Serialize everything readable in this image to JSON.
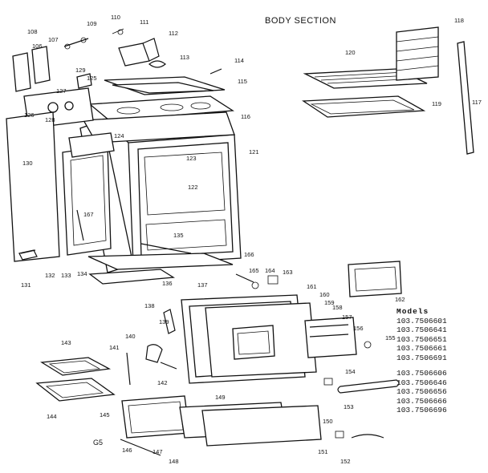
{
  "title": "BODY SECTION",
  "models": {
    "header": "Models",
    "group1": [
      "103.7506601",
      "103.7506641",
      "103.7506651",
      "103.7506661",
      "103.7506691"
    ],
    "group2": [
      "103.7506606",
      "103.7506646",
      "103.7506656",
      "103.7506666",
      "103.7506696"
    ]
  },
  "code": "G5",
  "part_labels": {
    "p108": "108",
    "p107": "107",
    "p106": "106",
    "p109": "109",
    "p110": "110",
    "p111": "111",
    "p112": "112",
    "p113": "113",
    "p114": "114",
    "p115": "115",
    "p116": "116",
    "p117": "117",
    "p118": "118",
    "p119": "119",
    "p120": "120",
    "p121": "121",
    "p122": "122",
    "p123": "123",
    "p124": "124",
    "p125": "125",
    "p126": "126",
    "p127": "127",
    "p128": "128",
    "p129": "129",
    "p130": "130",
    "p131": "131",
    "p132": "132",
    "p133": "133",
    "p134": "134",
    "p135": "135",
    "p136": "136",
    "p137": "137",
    "p138": "138",
    "p139": "139",
    "p140": "140",
    "p141": "141",
    "p142": "142",
    "p143": "143",
    "p144": "144",
    "p145": "145",
    "p146": "146",
    "p147": "147",
    "p148": "148",
    "p149": "149",
    "p150": "150",
    "p151": "151",
    "p152": "152",
    "p153": "153",
    "p154": "154",
    "p155": "155",
    "p156": "156",
    "p157": "157",
    "p158": "158",
    "p159": "159",
    "p160": "160",
    "p161": "161",
    "p162": "162",
    "p163": "163",
    "p164": "164",
    "p165": "165",
    "p166": "166",
    "p167": "167"
  }
}
